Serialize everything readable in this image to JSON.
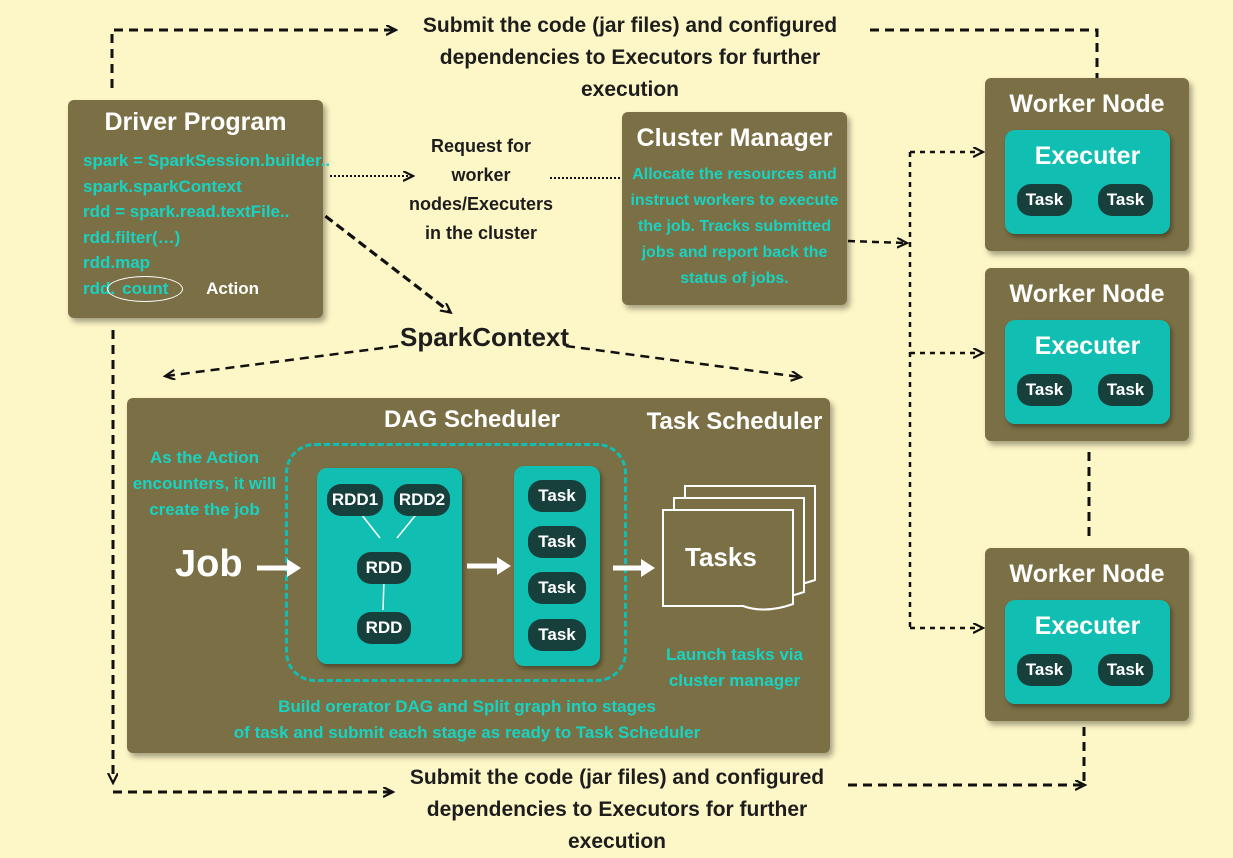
{
  "top_caption": {
    "line1": "Submit the code (jar files) and configured",
    "line2": "dependencies to Executors for further execution"
  },
  "bottom_caption": {
    "line1": "Submit the code (jar files) and configured",
    "line2": "dependencies to Executors for further execution"
  },
  "driver": {
    "title": "Driver Program",
    "lines": [
      "spark = SparkSession.builder..",
      "spark.sparkContext",
      "rdd = spark.read.textFile..",
      "rdd.filter(…)",
      "rdd.map"
    ],
    "last_prefix": "rdd.",
    "last_action": "count",
    "action_label": "Action"
  },
  "request_label": {
    "line1": "Request for worker",
    "line2": "nodes/Executers",
    "line3": "in the cluster"
  },
  "cluster_manager": {
    "title": "Cluster Manager",
    "desc": [
      "Allocate the resources and",
      "instruct workers to execute",
      "the job. Tracks submitted",
      "jobs and report back the",
      "status of jobs."
    ]
  },
  "spark_context_label": "SparkContext",
  "scheduler": {
    "dag_title": "DAG Scheduler",
    "task_title": "Task Scheduler",
    "action_note": [
      "As the Action",
      "encounters, it will",
      "create the job"
    ],
    "job_label": "Job",
    "rdds": [
      "RDD1",
      "RDD2",
      "RDD",
      "RDD"
    ],
    "tasks": [
      "Task",
      "Task",
      "Task",
      "Task"
    ],
    "tasks_doc_label": "Tasks",
    "launch_note": [
      "Launch tasks via",
      "cluster manager"
    ],
    "build_note": [
      "Build orerator DAG and Split graph into stages",
      "of task and submit each stage as ready  to Task Scheduler"
    ]
  },
  "workers": [
    {
      "title": "Worker Node",
      "executor": "Executer",
      "tasks": [
        "Task",
        "Task"
      ]
    },
    {
      "title": "Worker Node",
      "executor": "Executer",
      "tasks": [
        "Task",
        "Task"
      ]
    },
    {
      "title": "Worker Node",
      "executor": "Executer",
      "tasks": [
        "Task",
        "Task"
      ]
    }
  ],
  "colors": {
    "background": "#fdf6c6",
    "box": "#7b6f45",
    "teal": "#10bfb1",
    "teal_text": "#17d3c2",
    "pill": "#17403c"
  }
}
